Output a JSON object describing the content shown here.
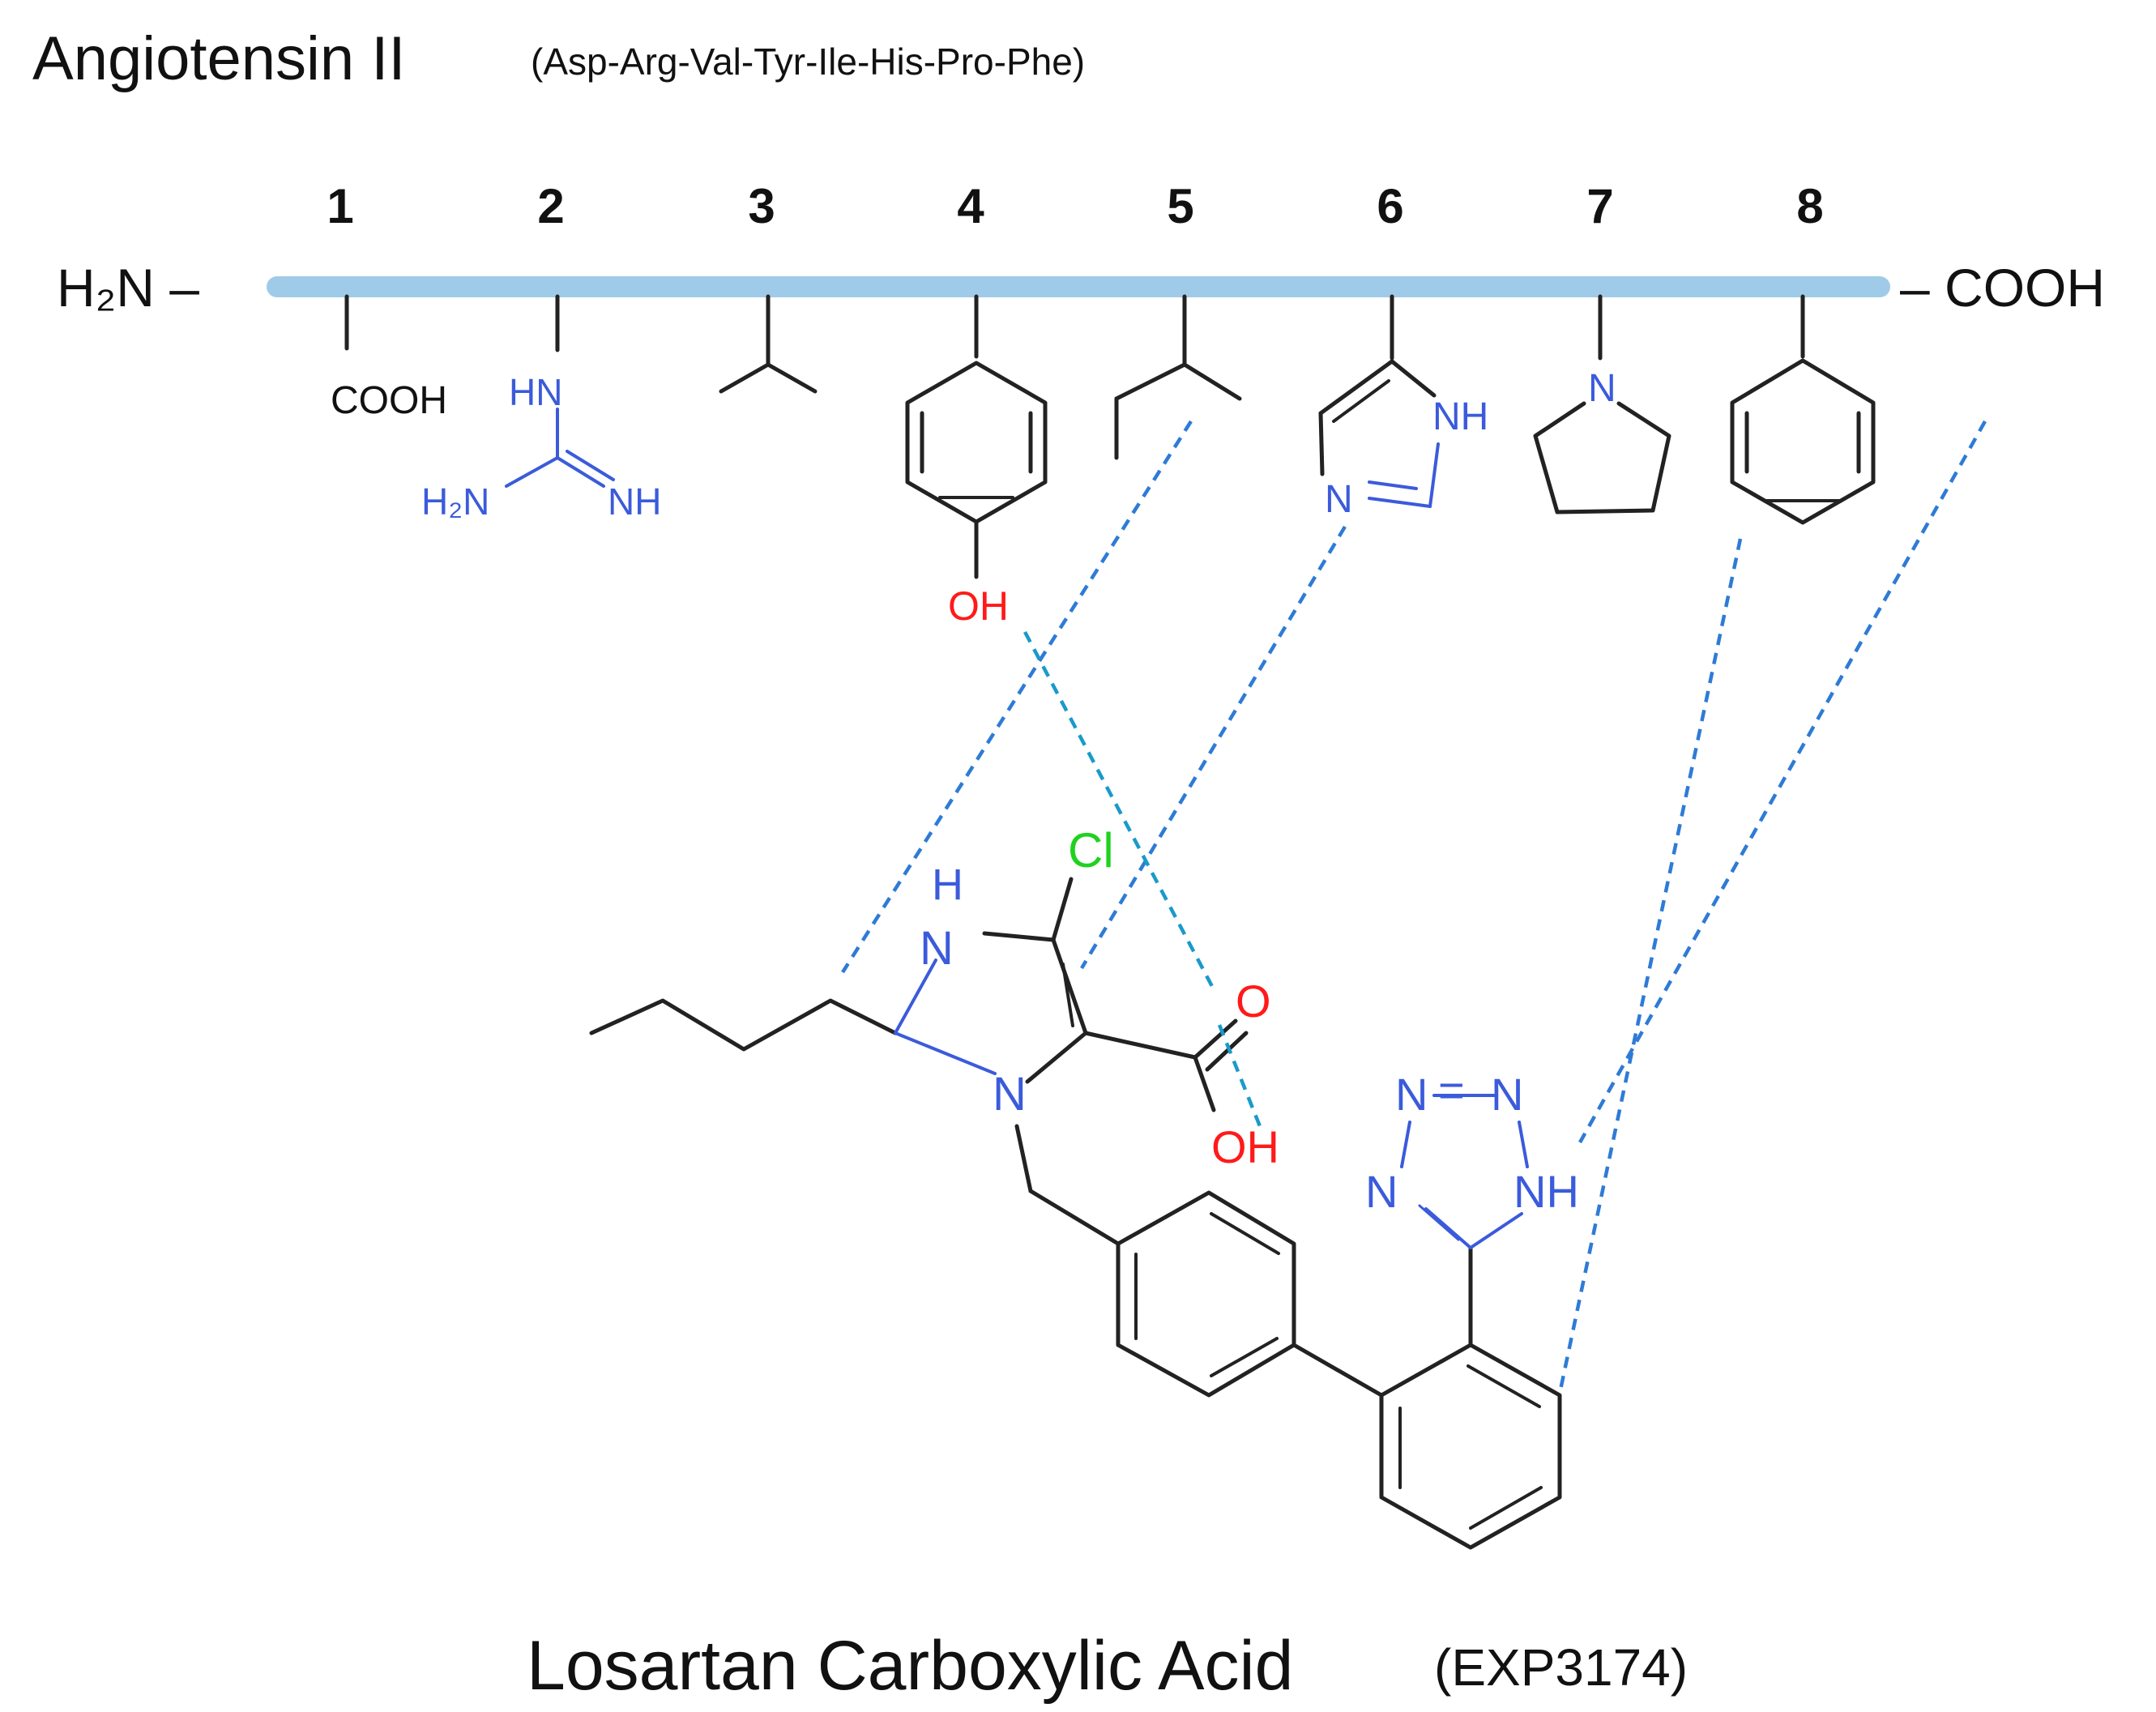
{
  "header": {
    "title": "Angiotensin II",
    "sequence": "(Asp-Arg-Val-Tyr-Ile-His-Pro-Phe)"
  },
  "chain": {
    "n_terminus": "H₂N –",
    "c_terminus": "– COOH",
    "backbone_color": "#9fcbe8",
    "positions": [
      "1",
      "2",
      "3",
      "4",
      "5",
      "6",
      "7",
      "8"
    ]
  },
  "side_chains": {
    "asp_cooh": "COOH",
    "arg_hn": "HN",
    "arg_h2n": "H₂N",
    "arg_nh": "NH",
    "tyr_oh": "OH",
    "his_nh": "NH",
    "his_n": "N",
    "pro_n": "N"
  },
  "drug": {
    "cl": "Cl",
    "imid_h": "H",
    "imid_n_top": "N",
    "imid_n_bottom": "N",
    "carboxyl_o": "O",
    "carboxyl_oh": "OH",
    "tetrazole_n_left": "N",
    "tetrazole_n_right": "N",
    "tetrazole_n_lower": "N",
    "tetrazole_nh": "NH",
    "name": "Losartan Carboxylic Acid",
    "code": "(EXP3174)"
  },
  "colors": {
    "text": "#111111",
    "nitrogen": "#3b5bdb",
    "oxygen": "#ff1a1a",
    "chlorine": "#1fd21f",
    "interaction_line": "#2e7bd6",
    "hbond_line": "#1a9ac9"
  }
}
